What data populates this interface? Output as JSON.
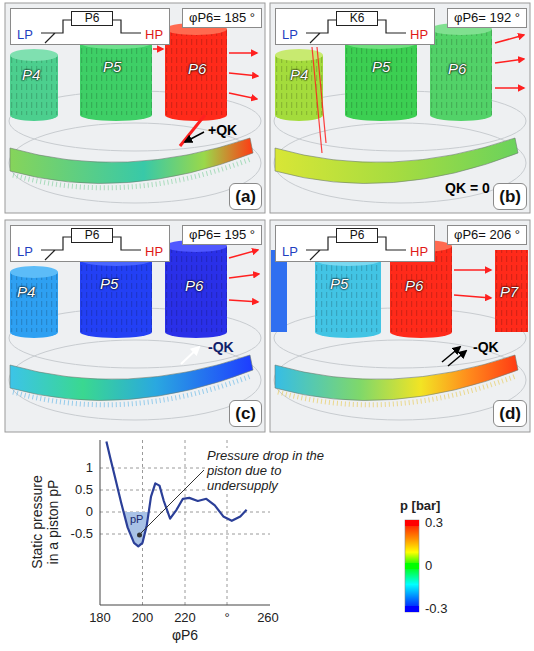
{
  "diagram": {
    "nodes": [
      {
        "text": [
          "LP",
          "HP"
        ]
      },
      {
        "text": [
          "P6"
        ],
        "in": 0
      },
      {
        "text": [
          "φP6= 185 °"
        ]
      },
      {
        "text": [
          "(a)"
        ]
      },
      {
        "text": [
          "LP",
          "HP"
        ]
      },
      {
        "text": [
          "K6"
        ],
        "in": 4
      },
      {
        "text": [
          "φP6= 192 °"
        ]
      },
      {
        "text": [
          "(b)"
        ]
      },
      {
        "text": [
          "LP",
          "HP"
        ]
      },
      {
        "text": [
          "P6"
        ],
        "in": 8
      },
      {
        "text": [
          "φP6= 195 °"
        ]
      },
      {
        "text": [
          "(c)"
        ]
      },
      {
        "text": [
          "LP",
          "HP"
        ]
      },
      {
        "text": [
          "P6"
        ],
        "in": 12
      },
      {
        "text": [
          "φP6= 206 °"
        ]
      },
      {
        "text": [
          "(d)"
        ]
      }
    ],
    "labels": [
      "P4",
      "P5",
      "P6",
      "+QK",
      "P4",
      "P5",
      "P6",
      "QK = 0",
      "P4",
      "P5",
      "P6",
      "-QK",
      "P5",
      "P6",
      "P7",
      "-QK",
      "1",
      "0.5",
      "0",
      "-0.5",
      "180",
      "200",
      "220",
      "°",
      "260",
      "Static pressure in a piston pP",
      "φP6",
      "pP",
      "Pressure drop in the piston due to undersupply",
      "p [bar]"
    ],
    "legend": [
      {
        "text": "0.3",
        "color": "#ff0000"
      },
      {
        "text": "0",
        "color": "#00ff00"
      },
      {
        "text": "-0.3",
        "color": "#0000ff"
      }
    ]
  }
}
